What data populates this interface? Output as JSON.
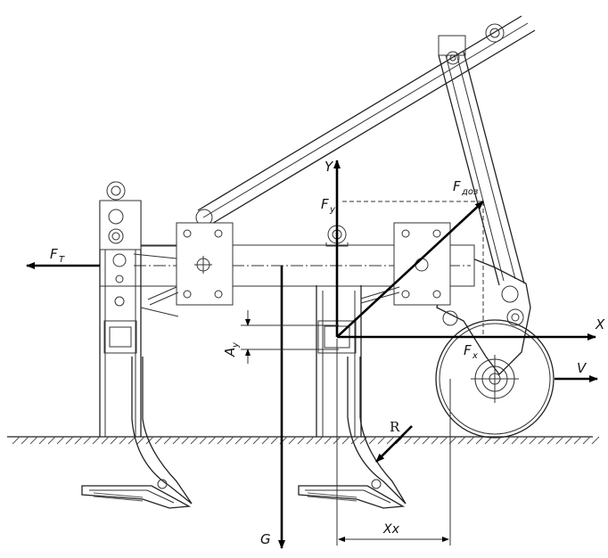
{
  "labels": {
    "x_axis": "X",
    "y_axis": "Y",
    "f_t_main": "F",
    "f_t_sub": "T",
    "f_y_main": "F",
    "f_y_sub": "y",
    "f_doz_main": "F",
    "f_doz_sub": "доз",
    "f_x_main": "F",
    "f_x_sub": "x",
    "v": "V",
    "r": "R",
    "g": "G",
    "a_y_main": "A",
    "a_y_sub": "y",
    "x_x": "Xx"
  }
}
